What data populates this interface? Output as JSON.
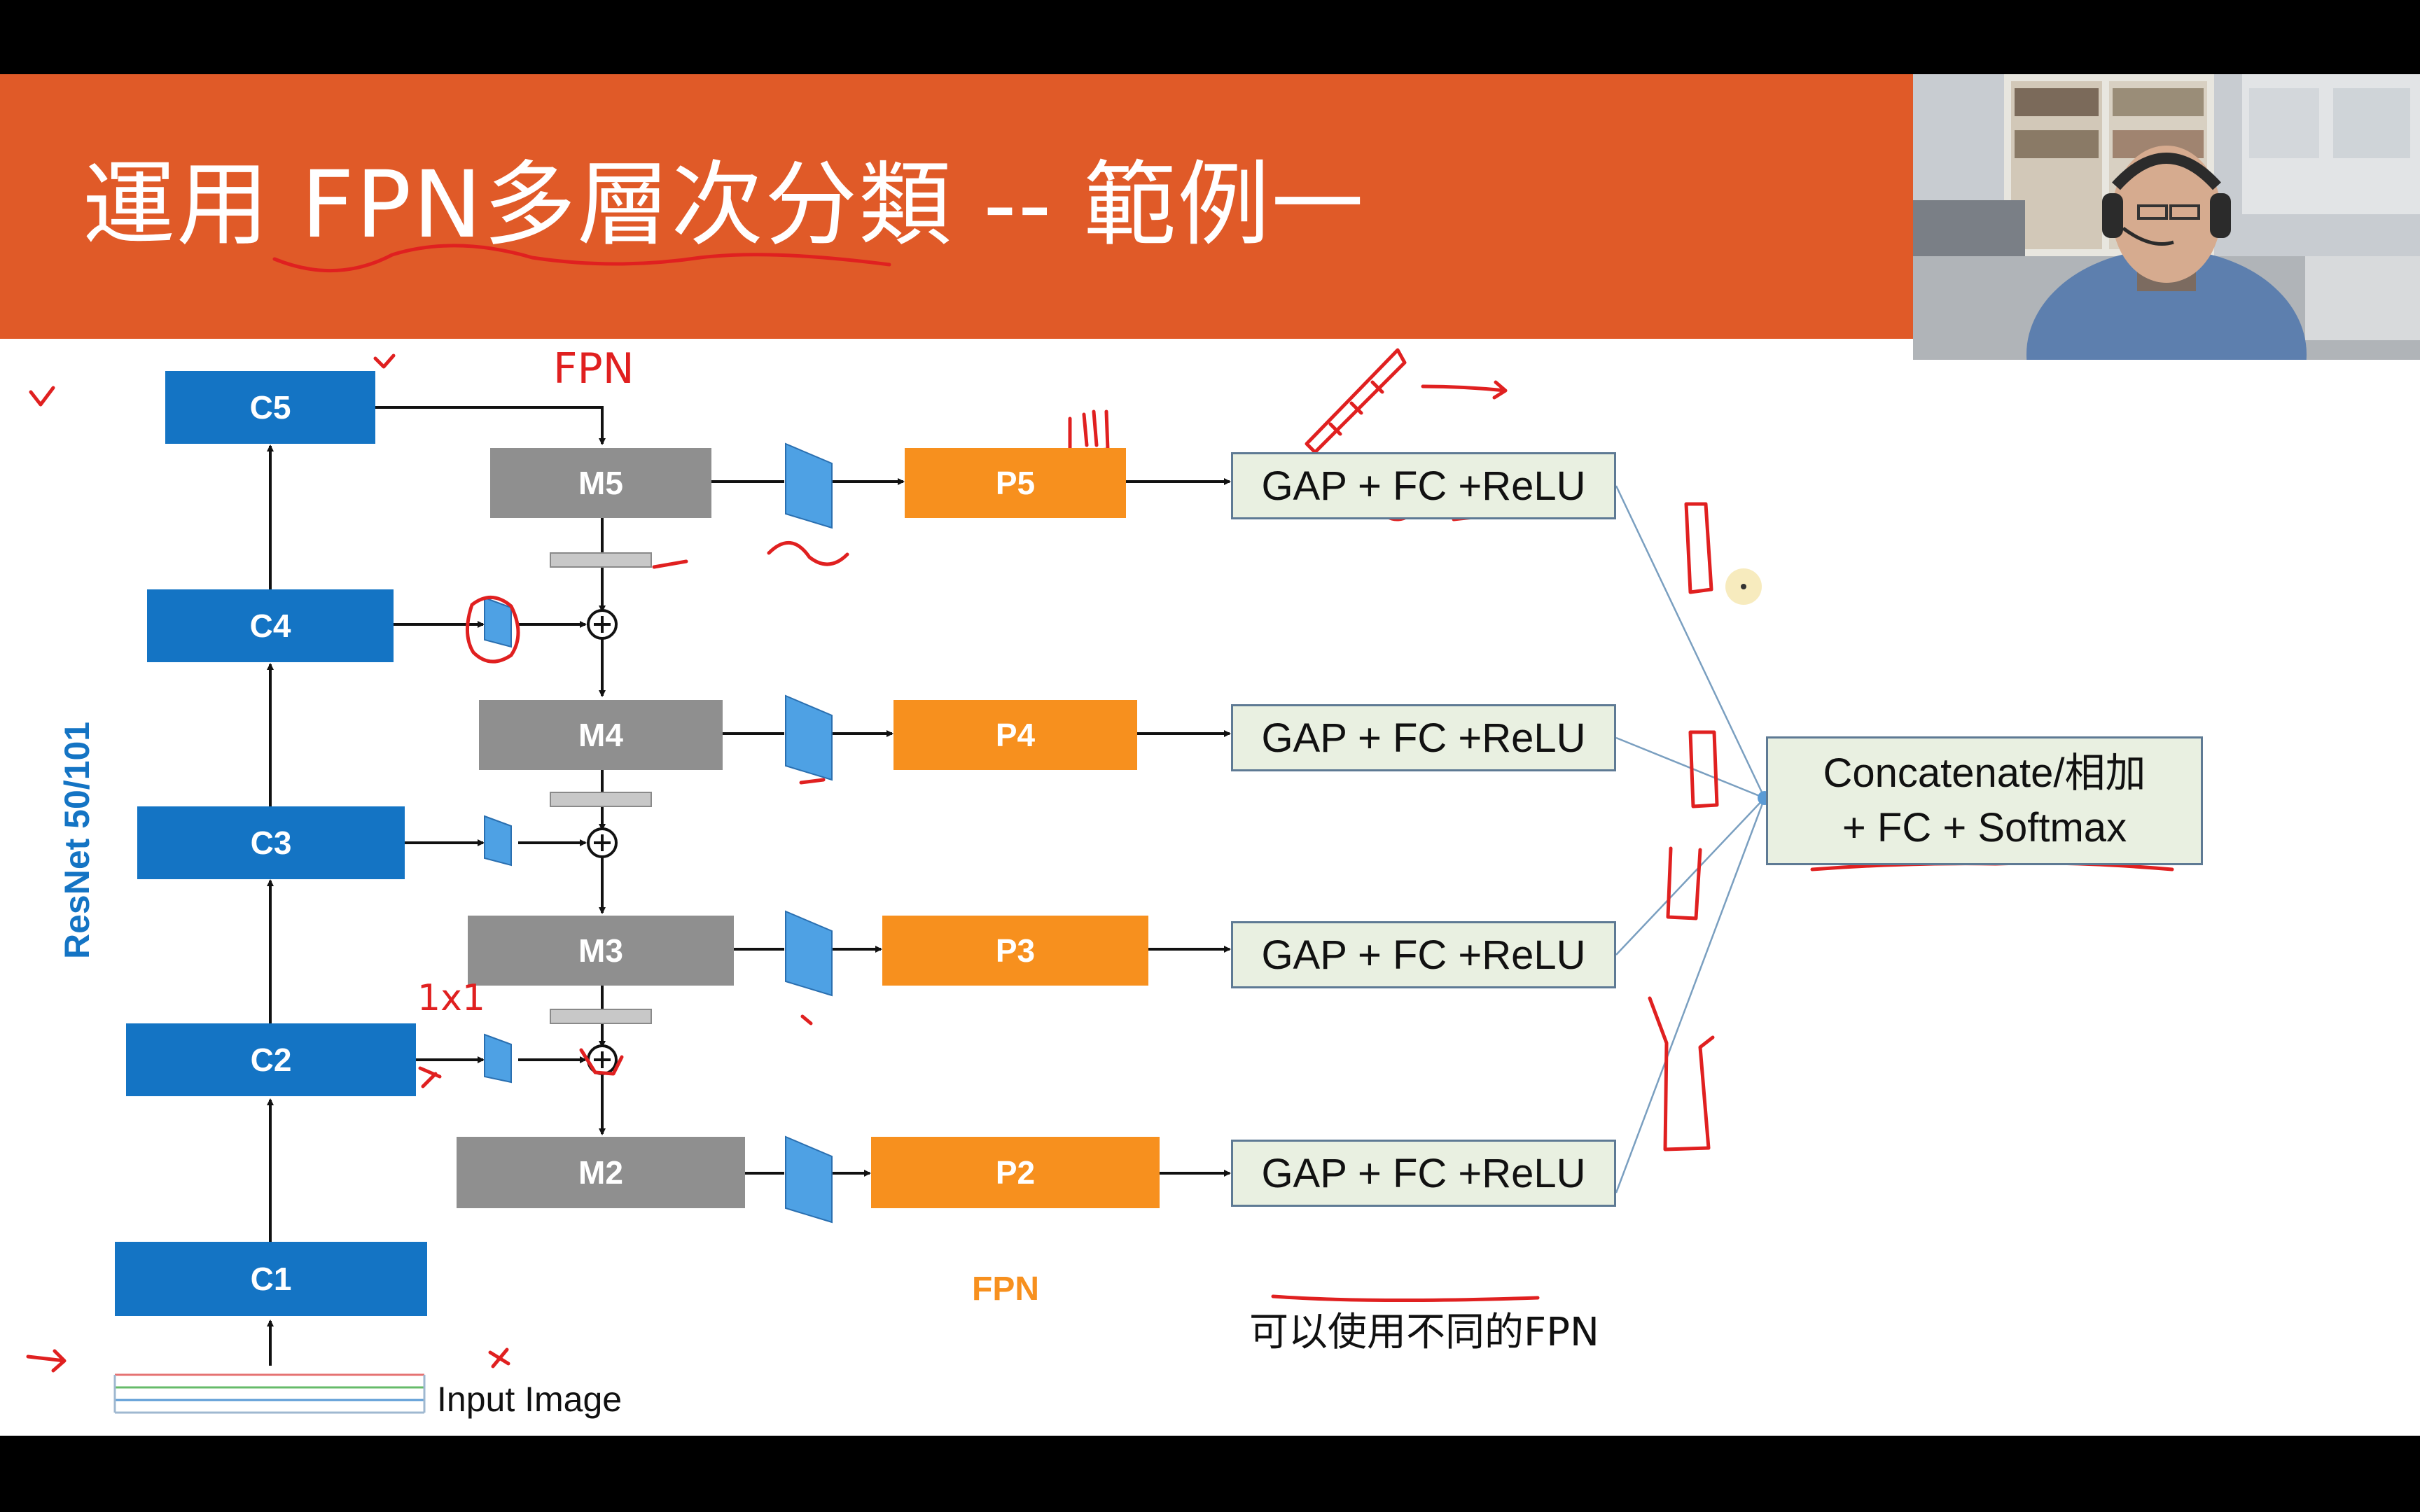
{
  "slide": {
    "title": "運用 FPN多層次分類 --  範例一",
    "backbone_label": "ResNet 50/101",
    "fpn_label": "FPN",
    "input_label": "Input Image",
    "note": "可以使用不同的FPN"
  },
  "backbone": [
    "C5",
    "C4",
    "C3",
    "C2",
    "C1"
  ],
  "merge": [
    "M5",
    "M4",
    "M3",
    "M2"
  ],
  "pyramid": [
    "P5",
    "P4",
    "P3",
    "P2"
  ],
  "heads": [
    "GAP  +  FC  +ReLU",
    "GAP  +  FC  +ReLU",
    "GAP  +  FC  +ReLU",
    "GAP  +  FC  +ReLU"
  ],
  "combine": {
    "line1": "Concatenate/相加",
    "line2": "+ FC + Softmax"
  },
  "annotations": {
    "fpn": "FPN",
    "conv": "1x1"
  },
  "colors": {
    "title_bar": "#e05a28",
    "backbone": "#1474c4",
    "merge": "#8f8f8f",
    "pyramid": "#f7901e",
    "ink": "#e02020",
    "head_fill": "#e9f0e1"
  }
}
